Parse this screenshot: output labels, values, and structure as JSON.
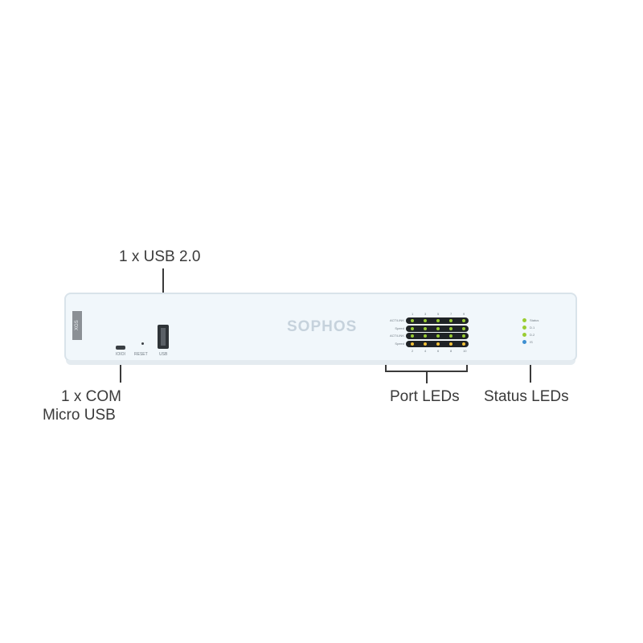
{
  "callouts": {
    "usb": "1 x USB 2.0",
    "com_line1": "1 x COM",
    "com_line2": "Micro USB",
    "port_leds": "Port LEDs",
    "status_leds": "Status LEDs"
  },
  "device": {
    "brand": "SOPHOS",
    "model_tag": "XGS",
    "port_labels": {
      "com": "IOIOI",
      "reset": "RESET",
      "usb": "USB"
    },
    "led_colors": {
      "green": "#9acd32",
      "yellow": "#f2c23a",
      "blue": "#3d8fd1"
    },
    "led_rows": [
      {
        "label": "ACT/LINK",
        "led_color": "green"
      },
      {
        "label": "Speed",
        "led_color": "green"
      },
      {
        "label": "ACT/LINK",
        "led_color": "green"
      },
      {
        "label": "Speed",
        "led_color": "yellow"
      }
    ],
    "port_numbers_top": [
      "1",
      "3",
      "5",
      "7",
      "9"
    ],
    "port_numbers_bottom": [
      "2",
      "4",
      "6",
      "8",
      "10"
    ],
    "status_leds": [
      {
        "label": "Status",
        "color": "green"
      },
      {
        "label": "D.1",
        "color": "green"
      },
      {
        "label": "D.2",
        "color": "green"
      },
      {
        "label": "IS",
        "color": "blue"
      }
    ]
  }
}
